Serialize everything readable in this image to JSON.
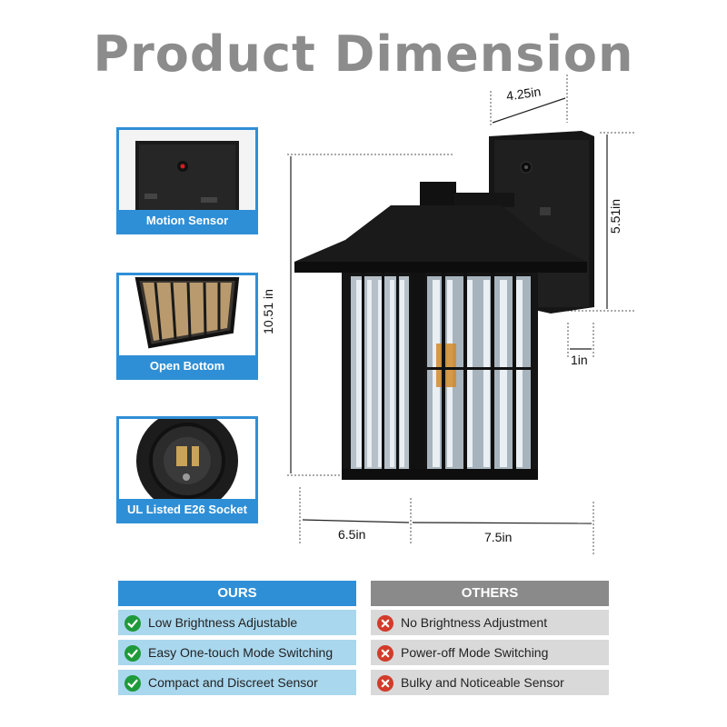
{
  "title": "Product Dimension",
  "features": [
    {
      "label": "Motion Sensor",
      "icon": "motion-sensor-photo"
    },
    {
      "label": "Open Bottom",
      "icon": "open-bottom-photo"
    },
    {
      "label": "UL Listed E26 Socket",
      "icon": "e26-socket-photo"
    }
  ],
  "dimensions": {
    "backplate_depth": "4.25in",
    "backplate_height": "5.51in",
    "total_height": "10.51 in",
    "offset": "1in",
    "extension": "6.5in",
    "width": "7.5in"
  },
  "comparison": {
    "ours": {
      "header": "OURS",
      "items": [
        "Low Brightness Adjustable",
        "Easy One-touch Mode Switching",
        "Compact and Discreet Sensor"
      ]
    },
    "others": {
      "header": "OTHERS",
      "items": [
        "No Brightness Adjustment",
        "Power-off Mode Switching",
        "Bulky and Noticeable Sensor"
      ]
    }
  },
  "colors": {
    "accent": "#2f8fd6",
    "ours_row": "#a9d7ee",
    "others_header": "#8a8a8a",
    "others_row": "#d9d9d9",
    "check": "#1f9a3a",
    "cross": "#d23b2a",
    "title": "#8c8c8c"
  }
}
